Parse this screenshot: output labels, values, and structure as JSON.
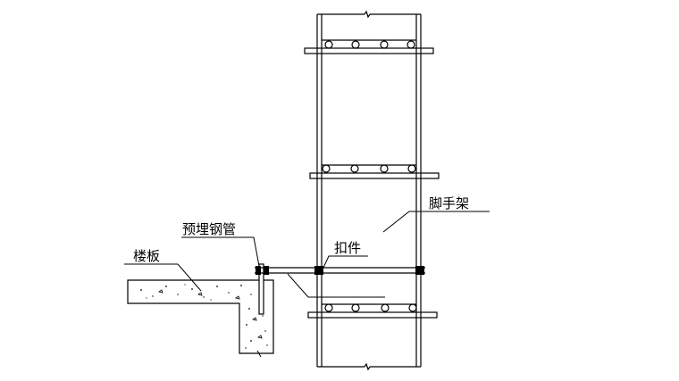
{
  "diagram": {
    "labels": {
      "scaffold": "脚手架",
      "coupler": "扣件",
      "embedded_pipe": "预埋钢管",
      "floor_slab": "楼板"
    },
    "colors": {
      "line": "#000000",
      "background": "#ffffff"
    }
  }
}
